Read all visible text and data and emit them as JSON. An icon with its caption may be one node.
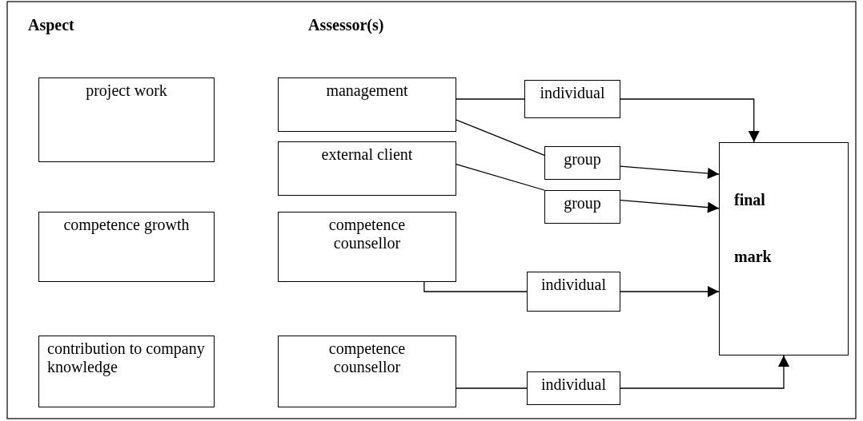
{
  "diagram": {
    "nodes": [
      {
        "text": [
          "project work"
        ]
      },
      {
        "text": [
          "competence growth"
        ]
      },
      {
        "text": [
          "contribution to company knowledge"
        ]
      },
      {
        "text": [
          "management"
        ]
      },
      {
        "text": [
          "external client"
        ]
      },
      {
        "text": [
          "competence counsellor"
        ]
      },
      {
        "text": [
          "competence counsellor"
        ]
      },
      {
        "text": [
          "individual"
        ]
      },
      {
        "text": [
          "group"
        ]
      },
      {
        "text": [
          "group"
        ]
      },
      {
        "text": [
          "individual"
        ]
      },
      {
        "text": [
          "individual"
        ]
      },
      {
        "text": [
          "final",
          "mark"
        ]
      }
    ],
    "edges": [
      {
        "from": 3,
        "to": 7,
        "arrow": "none"
      },
      {
        "from": 7,
        "to": 12,
        "arrow": "to"
      },
      {
        "from": 3,
        "to": 8,
        "arrow": "none"
      },
      {
        "from": 8,
        "to": 12,
        "arrow": "to"
      },
      {
        "from": 4,
        "to": 9,
        "arrow": "none"
      },
      {
        "from": 9,
        "to": 12,
        "arrow": "to"
      },
      {
        "from": 5,
        "to": 10,
        "arrow": "none"
      },
      {
        "from": 10,
        "to": 12,
        "arrow": "to"
      },
      {
        "from": 6,
        "to": 11,
        "arrow": "none"
      },
      {
        "from": 11,
        "to": 12,
        "arrow": "to"
      }
    ],
    "labels": [
      "Aspect",
      "Assessor(s)"
    ]
  }
}
